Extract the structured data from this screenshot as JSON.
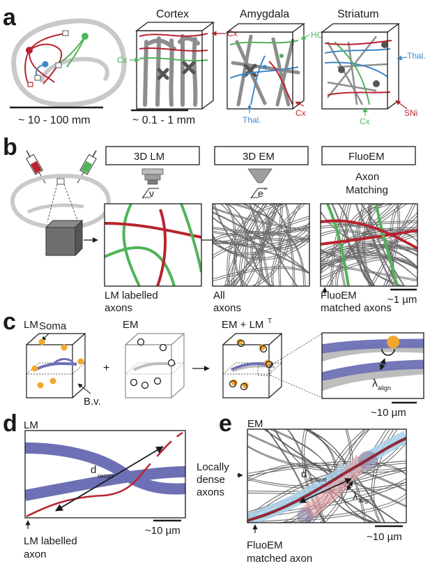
{
  "colors": {
    "red": "#b8232f",
    "green": "#4fb457",
    "blue": "#3f86c6",
    "vessel": "#6d70b4",
    "soma": "#f3a82c",
    "gray": "#9a9a9a",
    "axon_blue_light": "#a9cfe6",
    "pink": "#e7a0a3"
  },
  "panel_a": {
    "label": "a",
    "scale_brain": "~ 10 - 100 mm",
    "scale_cube": "~ 0.1 - 1 mm",
    "regions": [
      "Cortex",
      "Amygdala",
      "Striatum"
    ],
    "cortex_cx_top": "Cx",
    "cortex_cx_left": "Cx",
    "amygdala_hc": "HC",
    "amygdala_thal": "Thal.",
    "amygdala_cx": "Cx",
    "striatum_thal": "Thal.",
    "striatum_cx": "Cx",
    "striatum_sni": "SNi"
  },
  "panel_b": {
    "label": "b",
    "box_lm": "3D LM",
    "box_em": "3D EM",
    "box_fluoem": "FluoEM",
    "nu": "ν",
    "electron": "e",
    "electron_sup": "-",
    "axon_matching_line1": "Axon",
    "axon_matching_line2": "Matching",
    "caption_lm_1": "LM labelled",
    "caption_lm_2": "axons",
    "caption_em_1": "All",
    "caption_em_2": "axons",
    "caption_fluo_1": "FluoEM",
    "caption_fluo_2": "matched axons",
    "scale": "~1 µm"
  },
  "panel_c": {
    "label": "c",
    "lm": "LM",
    "em": "EM",
    "em_lm": "EM + LM",
    "em_lm_sup": "T",
    "soma": "Soma",
    "bv": "B.v.",
    "plus": "+",
    "lambda": "λ",
    "lambda_sub": "align",
    "scale": "~10 µm"
  },
  "panel_d": {
    "label": "d",
    "lm": "LM",
    "d": "d",
    "d_sub": "recon",
    "caption_1": "LM labelled",
    "caption_2": "axon",
    "scale": "~10 µm"
  },
  "panel_e": {
    "label": "e",
    "em": "EM",
    "locally_1": "Locally",
    "locally_2": "dense",
    "locally_3": "axons",
    "d": "d",
    "d_sub": "unique",
    "lambda": "λ",
    "lambda_sub": "align",
    "caption_1": "FluoEM",
    "caption_2": "matched axon",
    "scale": "~10 µm"
  }
}
